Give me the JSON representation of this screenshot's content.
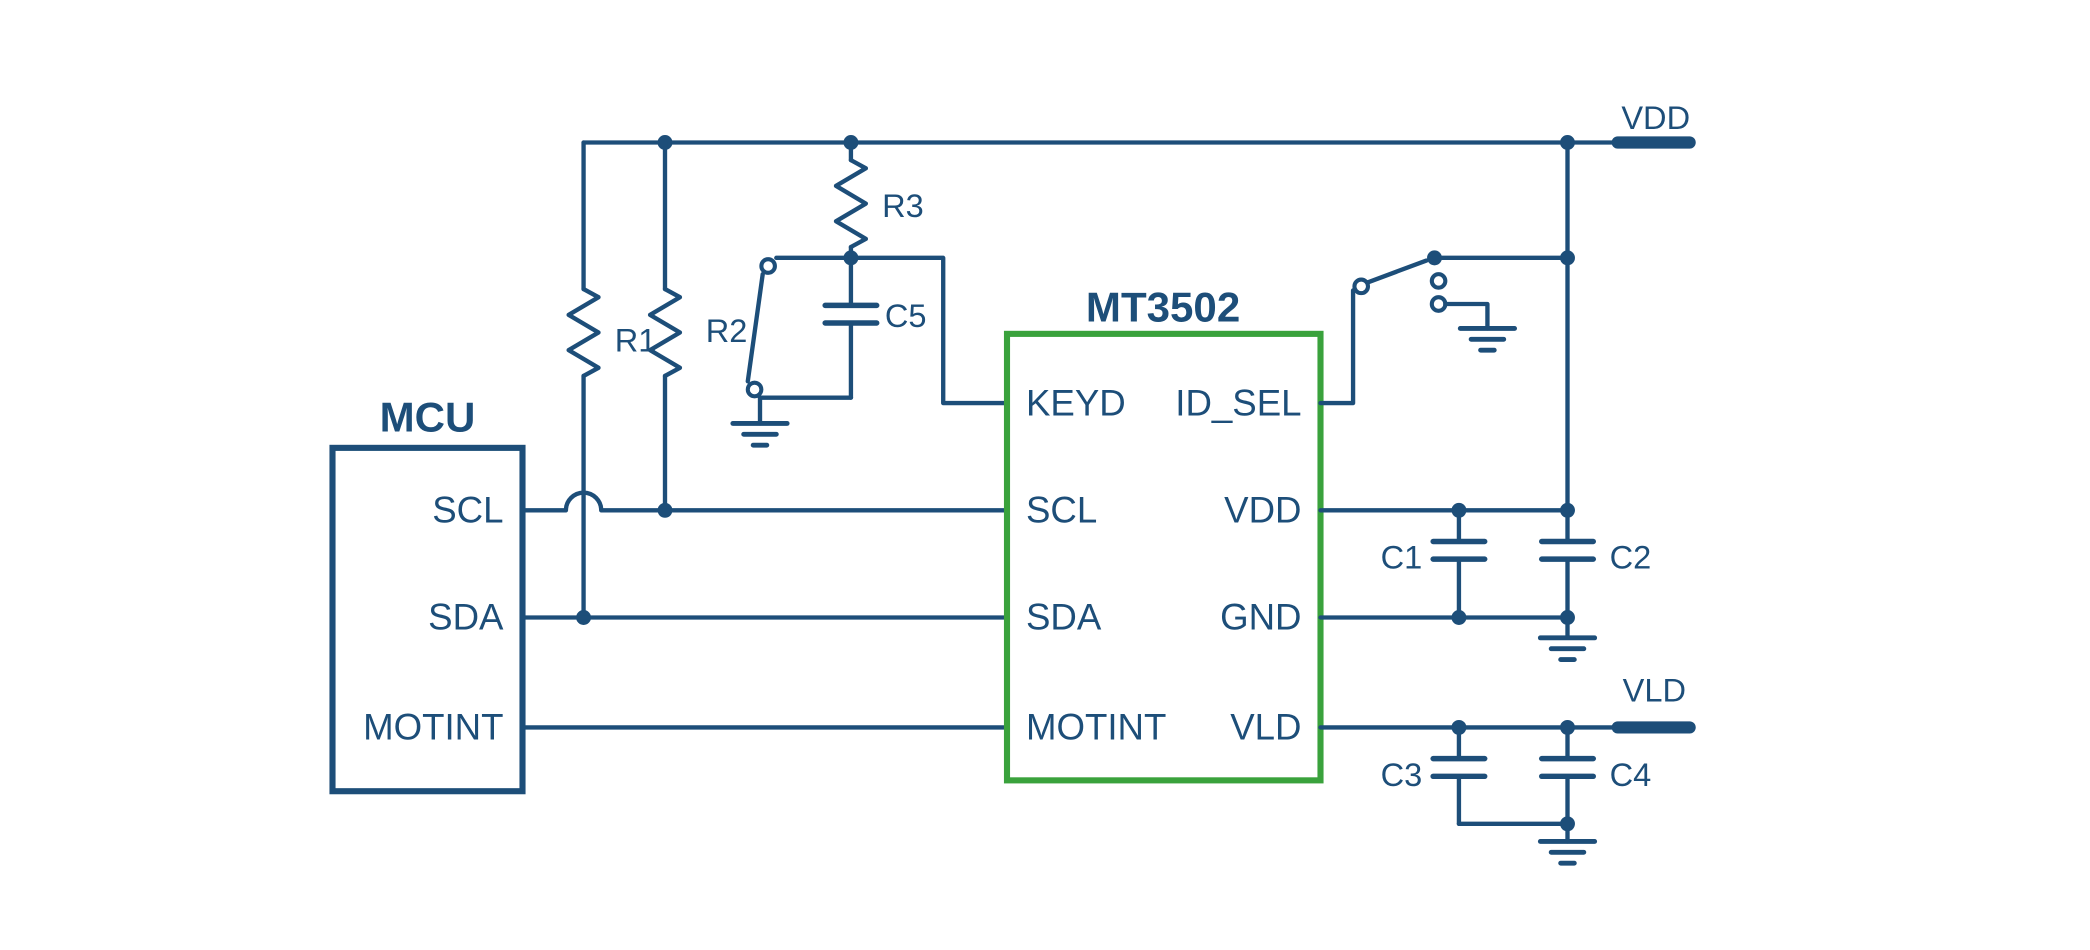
{
  "diagram": {
    "colors": {
      "wire": "#1d4e79",
      "ic": "#3aa23c",
      "text": "#1d4e79",
      "background": "#ffffff"
    },
    "power_rails": {
      "vdd": "VDD",
      "vld": "VLD"
    },
    "mcu": {
      "title": "MCU",
      "pins": {
        "scl": "SCL",
        "sda": "SDA",
        "motint": "MOTINT"
      }
    },
    "ic": {
      "title": "MT3502",
      "left_pins": {
        "keyd": "KEYD",
        "scl": "SCL",
        "sda": "SDA",
        "motint": "MOTINT"
      },
      "right_pins": {
        "id_sel": "ID_SEL",
        "vdd": "VDD",
        "gnd": "GND",
        "vld": "VLD"
      }
    },
    "resistors": {
      "r1": "R1",
      "r2": "R2",
      "r3": "R3"
    },
    "capacitors": {
      "c1": "C1",
      "c2": "C2",
      "c3": "C3",
      "c4": "C4",
      "c5": "C5"
    }
  }
}
